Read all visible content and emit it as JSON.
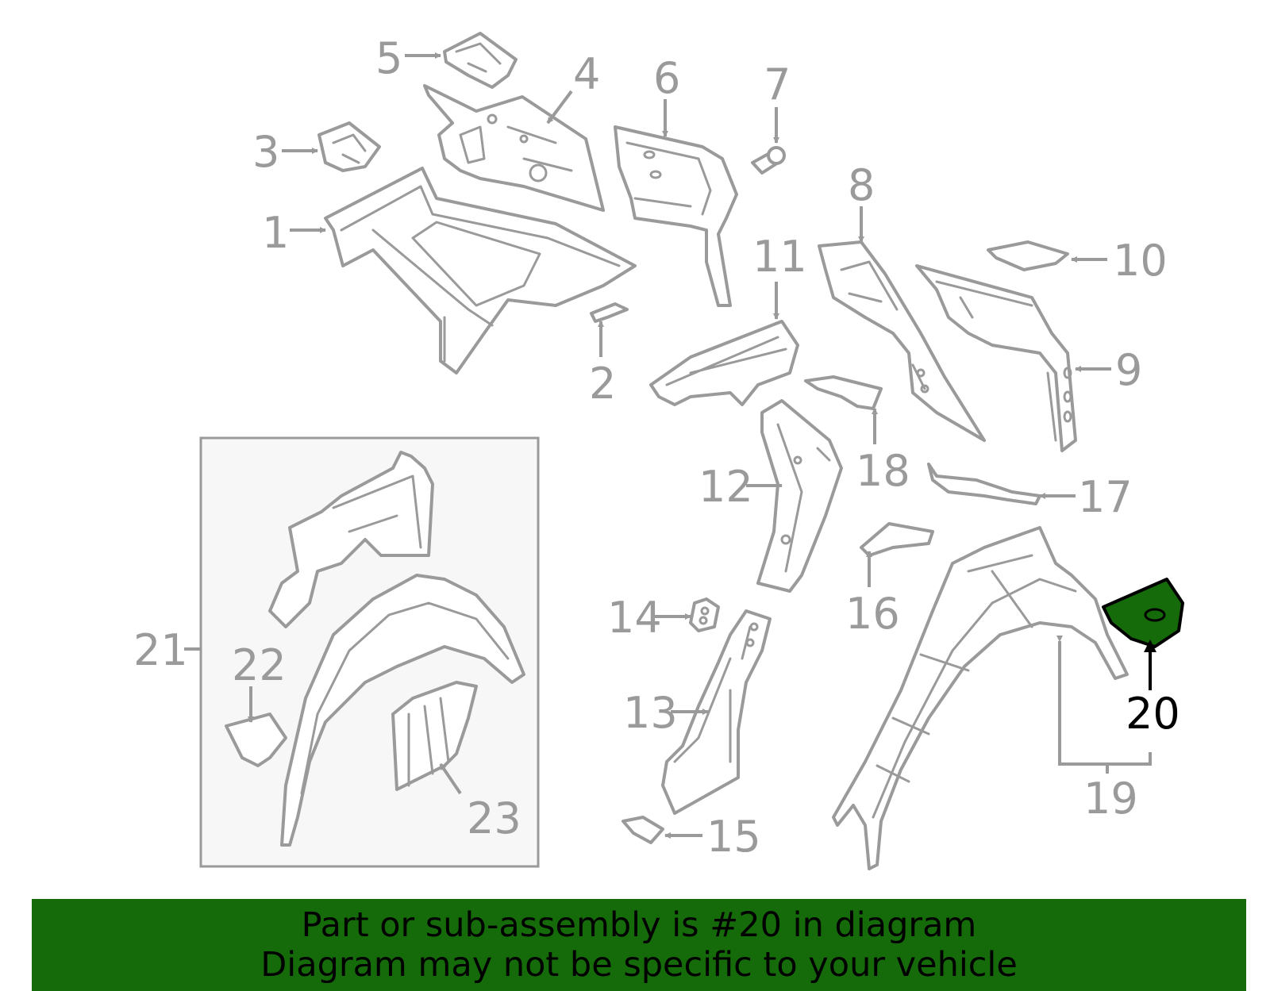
{
  "diagram": {
    "highlight_color": "#156a0a",
    "callouts": [
      {
        "number": "1"
      },
      {
        "number": "2"
      },
      {
        "number": "3"
      },
      {
        "number": "4"
      },
      {
        "number": "5"
      },
      {
        "number": "6"
      },
      {
        "number": "7"
      },
      {
        "number": "8"
      },
      {
        "number": "9"
      },
      {
        "number": "10"
      },
      {
        "number": "11"
      },
      {
        "number": "12"
      },
      {
        "number": "13"
      },
      {
        "number": "14"
      },
      {
        "number": "15"
      },
      {
        "number": "16"
      },
      {
        "number": "17"
      },
      {
        "number": "18"
      },
      {
        "number": "19"
      },
      {
        "number": "20",
        "highlighted": true
      },
      {
        "number": "21"
      },
      {
        "number": "22"
      },
      {
        "number": "23"
      }
    ]
  },
  "banner": {
    "line1": "Part or sub-assembly is #20 in diagram",
    "line2": "Diagram may not be specific to your vehicle",
    "background": "#156a0a"
  }
}
